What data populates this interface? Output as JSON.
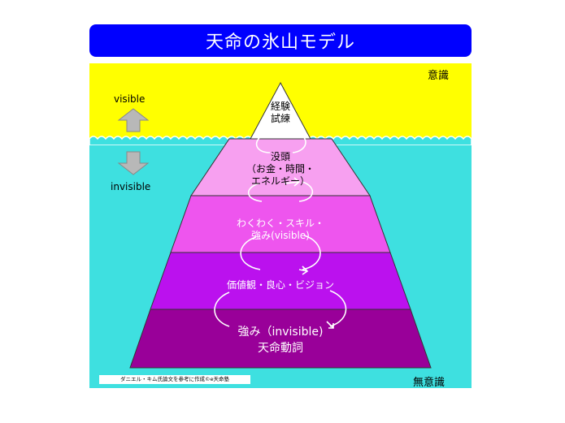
{
  "title": "天命の氷山モデル",
  "labels": {
    "conscious": "意識",
    "unconscious": "無意識",
    "visible": "visible",
    "invisible": "invisible"
  },
  "levels": [
    {
      "line1": "経験",
      "line2": "試練",
      "line3": ""
    },
    {
      "line1": "没頭",
      "line2": "（お金・時間・",
      "line3": "エネルギー）"
    },
    {
      "line1": "わくわく・スキル・",
      "line2": "強み(visible)",
      "line3": ""
    },
    {
      "line1": "価値観・良心・ビジョン",
      "line2": "",
      "line3": ""
    },
    {
      "line1": "強み（invisible)",
      "line2": "天命動詞",
      "line3": ""
    }
  ],
  "credit": "ダニエル・キム氏論文を参考に作成©e天命塾",
  "colors": {
    "title_bg": "#0000ff",
    "sky": "#ffff00",
    "water": "#3ee0e0",
    "level1": "#ffffff",
    "level2": "#f7a0f0",
    "level3": "#ee55ee",
    "level4": "#bb11ee",
    "level5": "#990099"
  }
}
